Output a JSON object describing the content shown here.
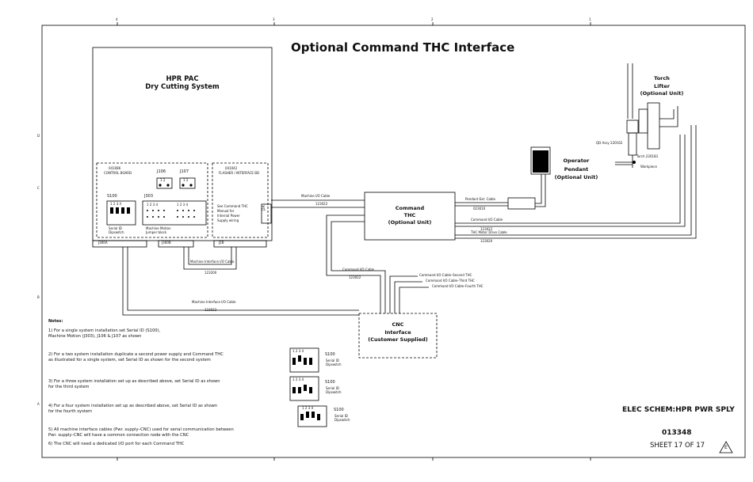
{
  "title": "Optional Command THC Interface",
  "hpr_pac": {
    "line1": "HPR PAC",
    "line2": "Dry Cutting System"
  },
  "control_board": {
    "part": "041086",
    "name": "CONTROL BOARD"
  },
  "flasher_board": {
    "part": "041042",
    "name": "FLASHER / INTERFACE BD"
  },
  "see_manual": [
    "See Command THC",
    "Manual for",
    "Internal Power",
    "Supply wiring"
  ],
  "jumpers": {
    "j106": "J106",
    "j107": "J107",
    "pins": "1 2"
  },
  "j303": "J303",
  "s100": "S100",
  "dip_digits": "1 2 3 4",
  "serial_id_label": [
    "Serial ID",
    "Dipswitch"
  ],
  "jumper_block_label": [
    "Machine Motion",
    "Jumper block"
  ],
  "connectors": {
    "j300a": "J300A",
    "j300b": "J300B",
    "j2b": "J2B",
    "j2a": "J2A"
  },
  "cables": {
    "machine_io_cable": "Machine I/O Cable",
    "machine_io_part": "123022",
    "machine_interface_io_cable_1": "Machine Interface I/O Cable",
    "machine_interface_io_part_1": "123200",
    "machine_interface_io_cable_2": "Machine Interface I/O Cable",
    "machine_interface_io_part_2": "123022",
    "command_io_cable": "Command I/O Cable",
    "command_io_part": "123022",
    "command_io_second": "Command I/O Cable–Second THC",
    "command_io_third": "Command I/O Cable–Third THC",
    "command_io_fourth": "Command I/O Cable–Fourth THC",
    "pendant_ext_cable": "Pendant Ext. Cable",
    "pendant_ext_part": "023010",
    "command_io_cable_r": "Command I/O Cable",
    "command_io_part_r": "123022",
    "thc_motor_drive_cable": "THC Motor Drive Cable",
    "thc_motor_drive_part": "123020"
  },
  "command_thc": [
    "Command",
    "THC",
    "(Optional Unit)"
  ],
  "operator_pendant": [
    "Operator",
    "Pendant",
    "(Optional Unit)"
  ],
  "torch_lifter": [
    "Torch",
    "Lifter",
    "(Optional Unit)"
  ],
  "qd_assy": "QD Assy 220162",
  "torch_part": "Torch 220183",
  "workpiece": "Workpiece",
  "cnc": [
    "CNC",
    "Interface",
    "(Customer Supplied)"
  ],
  "notes_title": "Notes:",
  "notes": [
    "1)  For a single system installation set Serial ID (S100),",
    "     Machine Motion (J303), J106 & J107 as shown",
    "2)  For a two system installation duplicate a second power supply and Command THC",
    "     as illustrated for a single system, set Serial ID as shown for the second system",
    "3)  For a three system installation set up as described above, set Serial ID as shown",
    "     for the third system",
    "4)  For a four system installation set up as described above, set Serial ID as shown",
    "     for the fourth system",
    "5)  All machine interface cables (Pwr. supply–CNC) used for serial communication between",
    "     Pwr. supply–CNC will have a common connection node with the CNC",
    "6)  The CNC will need a dedicated I/O port for each Command THC"
  ],
  "title_block": {
    "name": "ELEC SCHEM:HPR PWR SPLY",
    "number": "013348",
    "sheet": "SHEET 17 OF 17",
    "rev": "E"
  },
  "border_marks": {
    "top": [
      "4",
      "3",
      "2",
      "1"
    ],
    "side": [
      "D",
      "C",
      "B",
      "A"
    ]
  }
}
